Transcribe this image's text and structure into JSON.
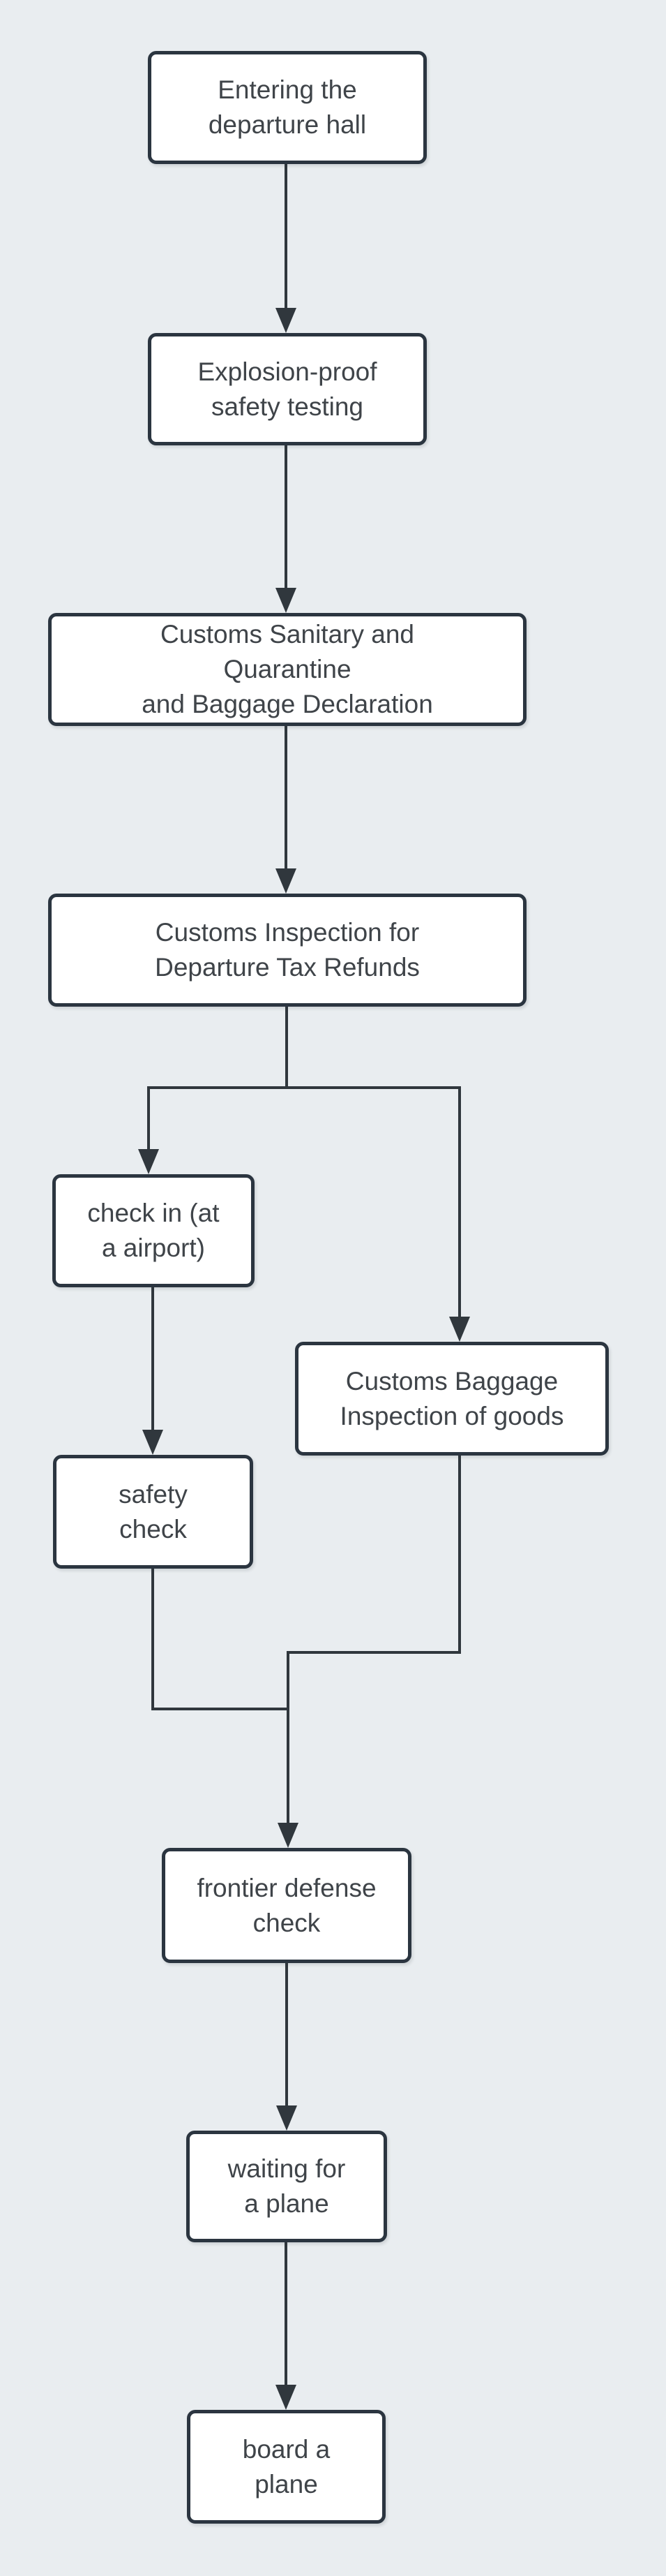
{
  "diagram": {
    "type": "flowchart",
    "colors": {
      "canvas_background": "#e9edf0",
      "node_fill": "#ffffff",
      "node_border": "#2b3540",
      "connector": "#30373d",
      "text": "#3f4449"
    },
    "nodes": [
      {
        "id": "entering",
        "label": "Entering the\ndeparture hall"
      },
      {
        "id": "explosion",
        "label": "Explosion-proof\nsafety testing"
      },
      {
        "id": "sanitary",
        "label": "Customs Sanitary and\nQuarantine\nand Baggage Declaration"
      },
      {
        "id": "taxrefund",
        "label": "Customs Inspection for\nDeparture Tax Refunds"
      },
      {
        "id": "checkin",
        "label": "check in (at\na airport)"
      },
      {
        "id": "baggage",
        "label": "Customs Baggage\nInspection of goods"
      },
      {
        "id": "safety",
        "label": "safety\ncheck"
      },
      {
        "id": "frontier",
        "label": "frontier defense\ncheck"
      },
      {
        "id": "waiting",
        "label": "waiting for\na plane"
      },
      {
        "id": "board",
        "label": "board a\nplane"
      }
    ],
    "edges": [
      {
        "from": "entering",
        "to": "explosion"
      },
      {
        "from": "explosion",
        "to": "sanitary"
      },
      {
        "from": "sanitary",
        "to": "taxrefund"
      },
      {
        "from": "taxrefund",
        "to": "checkin"
      },
      {
        "from": "taxrefund",
        "to": "baggage"
      },
      {
        "from": "checkin",
        "to": "safety"
      },
      {
        "from": "safety",
        "to": "frontier"
      },
      {
        "from": "baggage",
        "to": "frontier"
      },
      {
        "from": "frontier",
        "to": "waiting"
      },
      {
        "from": "waiting",
        "to": "board"
      }
    ]
  }
}
